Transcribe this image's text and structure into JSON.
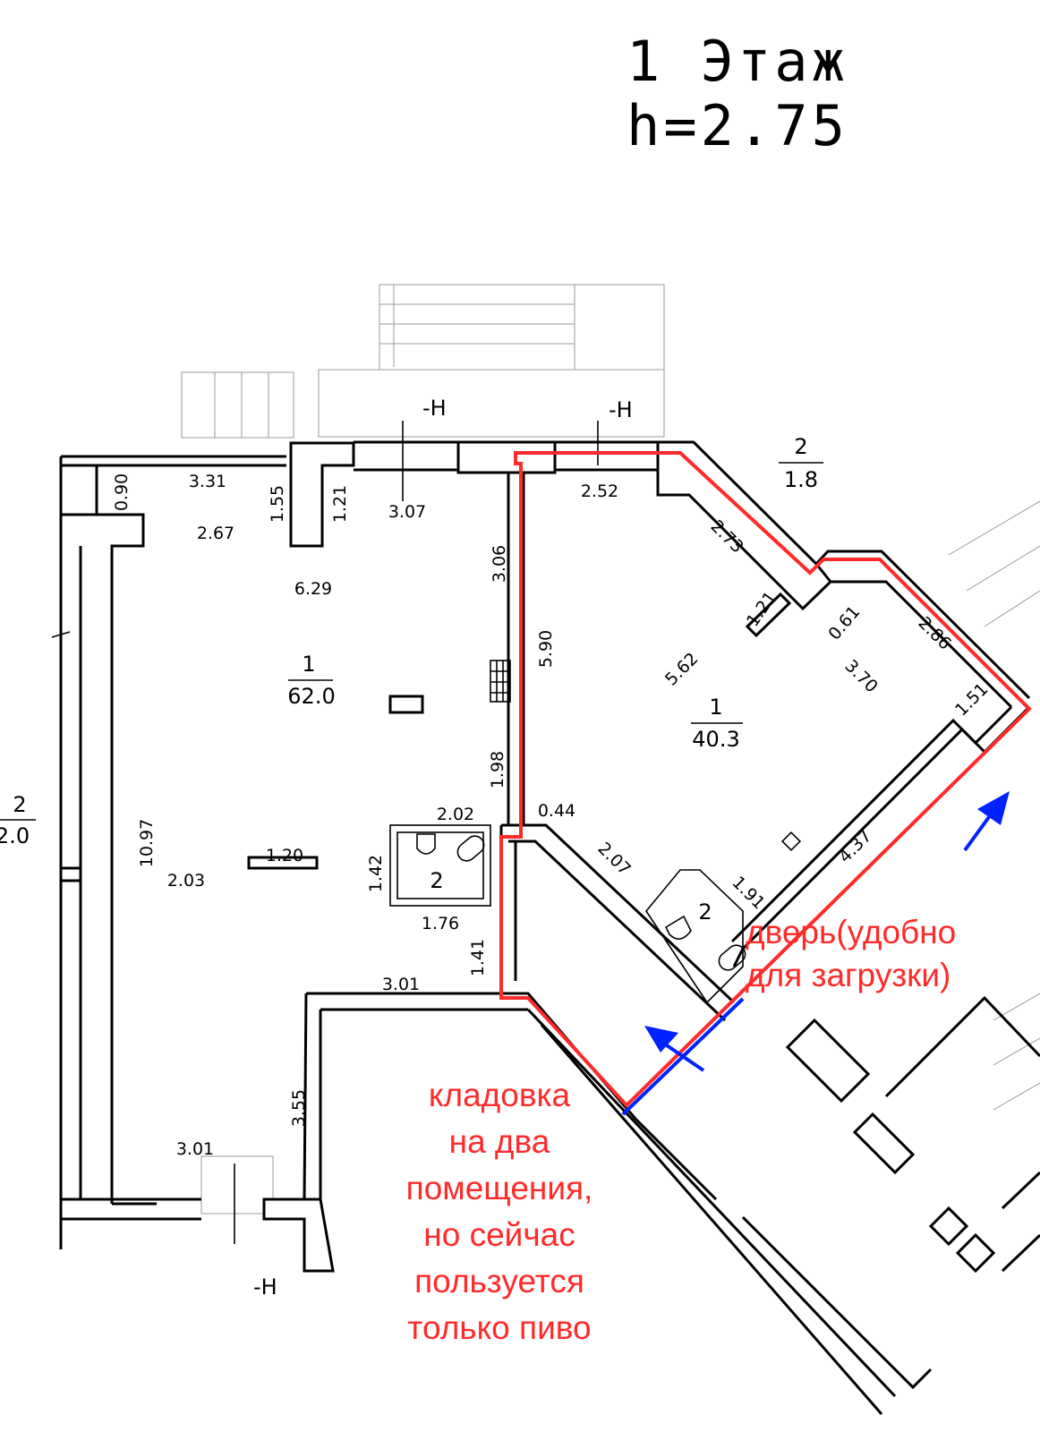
{
  "title": {
    "line1": "1 Этаж",
    "line2": "h=2.75"
  },
  "rooms": {
    "left": {
      "number": "1",
      "area": "62.0"
    },
    "right": {
      "number": "1",
      "area": "40.3"
    },
    "top_right": {
      "number": "2",
      "area": "1.8"
    },
    "far_left": {
      "number": "2",
      "area": "2.0"
    },
    "wc_left": {
      "number": "2"
    },
    "wc_right": {
      "number": "2"
    }
  },
  "dimensions": {
    "d090": "0.90",
    "d331": "3.31",
    "d155": "1.55",
    "d121a": "1.21",
    "d307": "3.07",
    "d267": "2.67",
    "d629": "6.29",
    "d252": "2.52",
    "d306": "3.06",
    "d590": "5.90",
    "d273": "2.73",
    "d121b": "1.21",
    "d061": "0.61",
    "d286": "2.86",
    "d370": "3.70",
    "d562": "5.62",
    "d151": "1.51",
    "d198": "1.98",
    "d1097": "10.97",
    "d202": "2.02",
    "d044": "0.44",
    "d207": "2.07",
    "d120": "1.20",
    "d203": "2.03",
    "d142": "1.42",
    "d176": "1.76",
    "d437": "4.37",
    "d191": "1.91",
    "d141": "1.41",
    "d301a": "3.01",
    "d355": "3.55",
    "d301b": "3.01"
  },
  "markers": {
    "h_top1": "-H",
    "h_top2": "-H",
    "h_bottom": "-H"
  },
  "notes": {
    "door": [
      "дверь(удобно",
      "для загрузки)"
    ],
    "storage": [
      "кладовка",
      "на два",
      "помещения,",
      "но сейчас",
      "пользуется",
      "только пиво"
    ]
  },
  "colors": {
    "outline": "#ff2a2a",
    "door_line": "#0022ff",
    "arrow": "#0022ff",
    "note_text": "#ff2a2a"
  }
}
